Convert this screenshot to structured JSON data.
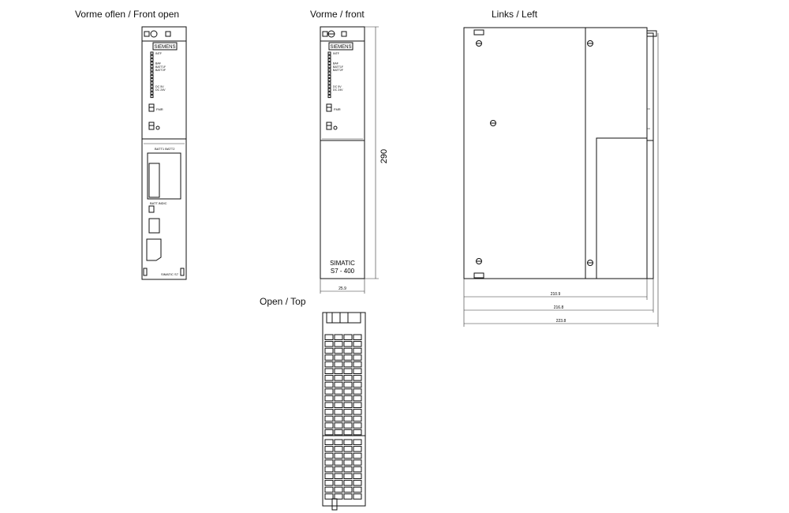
{
  "views": {
    "front_open": {
      "title": "Vorme oflen / Front open"
    },
    "front": {
      "title": "Vorme / front"
    },
    "left": {
      "title": "Links / Left"
    },
    "top": {
      "title": "Open / Top"
    }
  },
  "labels": {
    "brand": "SIEMENS",
    "product_line1": "SIMATIC",
    "product_line2": "S7 - 400",
    "batt_labels": "BATT1  BATT2",
    "battery_indicator": "BATT.INDIC",
    "rear_label": "SIMATIC S7",
    "led_labels": [
      "INTF",
      "BAF",
      "BATT1F",
      "BATT2F",
      "DC 5V",
      "DC 24V"
    ],
    "fmr_label": "FMR"
  },
  "dimensions": {
    "height": "290",
    "front_width": "25.9",
    "depth_1": "210.9",
    "depth_2": "216.8",
    "depth_3": "223.8"
  },
  "colors": {
    "line": "#111111",
    "background": "#ffffff"
  }
}
